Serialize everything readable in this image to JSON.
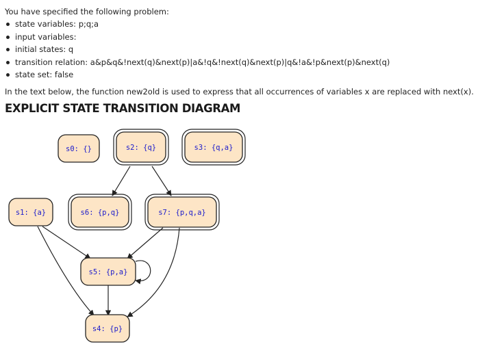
{
  "intro": "You have specified the following problem:",
  "problem": [
    {
      "label": "state variables: p;q;a"
    },
    {
      "label": "input variables:"
    },
    {
      "label": "initial states: q"
    },
    {
      "label": "transition relation: a&p&q&!next(q)&next(p)|a&!q&!next(q)&next(p)|q&!a&!p&next(p)&next(q)"
    },
    {
      "label": "state set: false"
    }
  ],
  "note": "In the text below, the function new2old is used to express that all occurrences of variables x are replaced with next(x).",
  "heading": "EXPLICIT STATE TRANSITION DIAGRAM",
  "colors": {
    "node_fill": "#fde5c6",
    "node_stroke": "#222222",
    "label": "#1a1acc",
    "edge": "#222222"
  },
  "diagram": {
    "nodes": [
      {
        "id": "s0",
        "label": "s0: {}",
        "initial": false
      },
      {
        "id": "s2",
        "label": "s2: {q}",
        "initial": true
      },
      {
        "id": "s3",
        "label": "s3: {q,a}",
        "initial": true
      },
      {
        "id": "s1",
        "label": "s1: {a}",
        "initial": false
      },
      {
        "id": "s6",
        "label": "s6: {p,q}",
        "initial": true
      },
      {
        "id": "s7",
        "label": "s7: {p,q,a}",
        "initial": true
      },
      {
        "id": "s5",
        "label": "s5: {p,a}",
        "initial": false
      },
      {
        "id": "s4",
        "label": "s4: {p}",
        "initial": false
      }
    ],
    "edges": [
      {
        "from": "s2",
        "to": "s6"
      },
      {
        "from": "s2",
        "to": "s7"
      },
      {
        "from": "s1",
        "to": "s5"
      },
      {
        "from": "s1",
        "to": "s4"
      },
      {
        "from": "s7",
        "to": "s5"
      },
      {
        "from": "s7",
        "to": "s4"
      },
      {
        "from": "s5",
        "to": "s5"
      },
      {
        "from": "s5",
        "to": "s4"
      }
    ]
  }
}
